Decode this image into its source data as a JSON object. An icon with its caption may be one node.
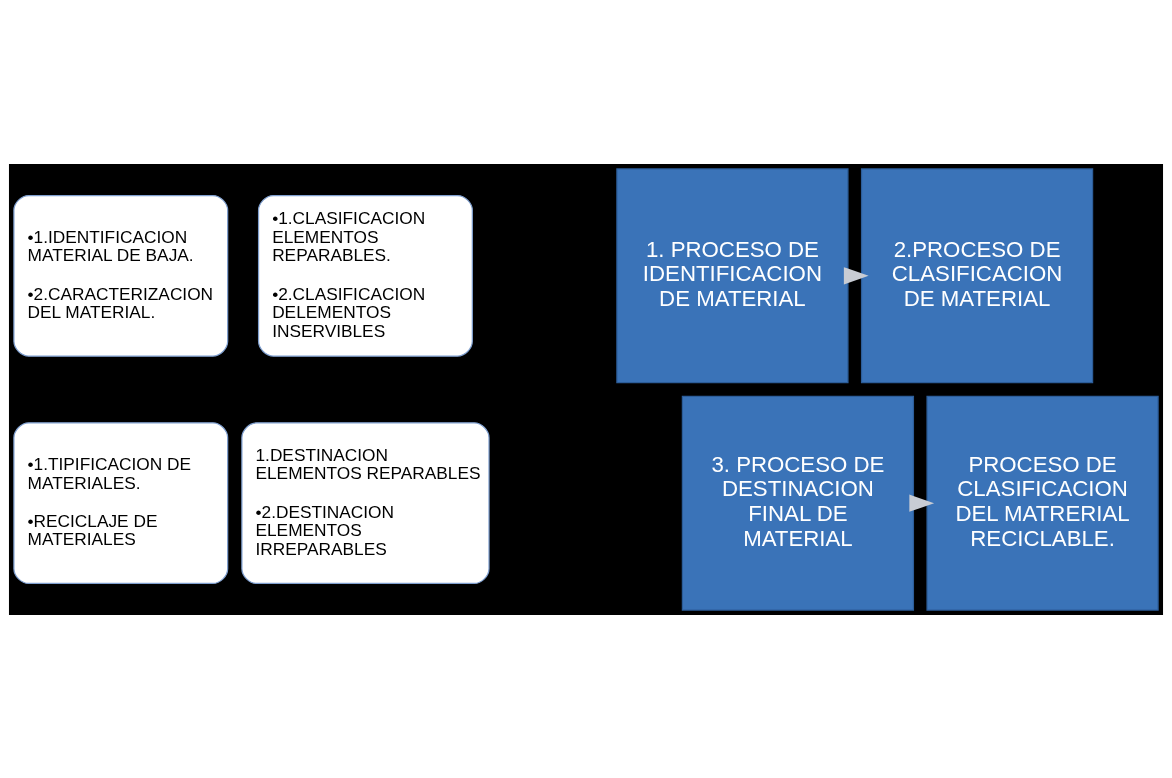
{
  "diagram": {
    "nodes": [
      {
        "text": [
          "•1.IDENTIFICACION MATERIAL DE BAJA.",
          "•2.CARACTERIZACION DEL MATERIAL."
        ]
      },
      {
        "text": [
          "•1.CLASIFICACION ELEMENTOS REPARABLES.",
          "•2.CLASIFICACION DELEMENTOS INSERVIBLES"
        ]
      },
      {
        "text": [
          "1. PROCESO DE IDENTIFICACION DE MATERIAL"
        ]
      },
      {
        "text": [
          "2.PROCESO DE CLASIFICACION DE MATERIAL"
        ]
      },
      {
        "text": [
          "PROCESO DE CLASIFICACION DEL MATRERIAL RECICLABLE."
        ]
      },
      {
        "text": [
          "3. PROCESO DE DESTINACION FINAL DE MATERIAL"
        ]
      },
      {
        "text": [
          "•1.TIPIFICACION DE MATERIALES.",
          "•RECICLAJE DE MATERIALES"
        ]
      },
      {
        "text": [
          "1.DESTINACION ELEMENTOS REPARABLES",
          "•2.DESTINACION ELEMENTOS IRREPARABLES"
        ]
      }
    ],
    "edges": [
      {
        "from": 2,
        "to": 3,
        "arrow": "to"
      },
      {
        "from": 5,
        "to": 4,
        "arrow": "to"
      }
    ]
  }
}
